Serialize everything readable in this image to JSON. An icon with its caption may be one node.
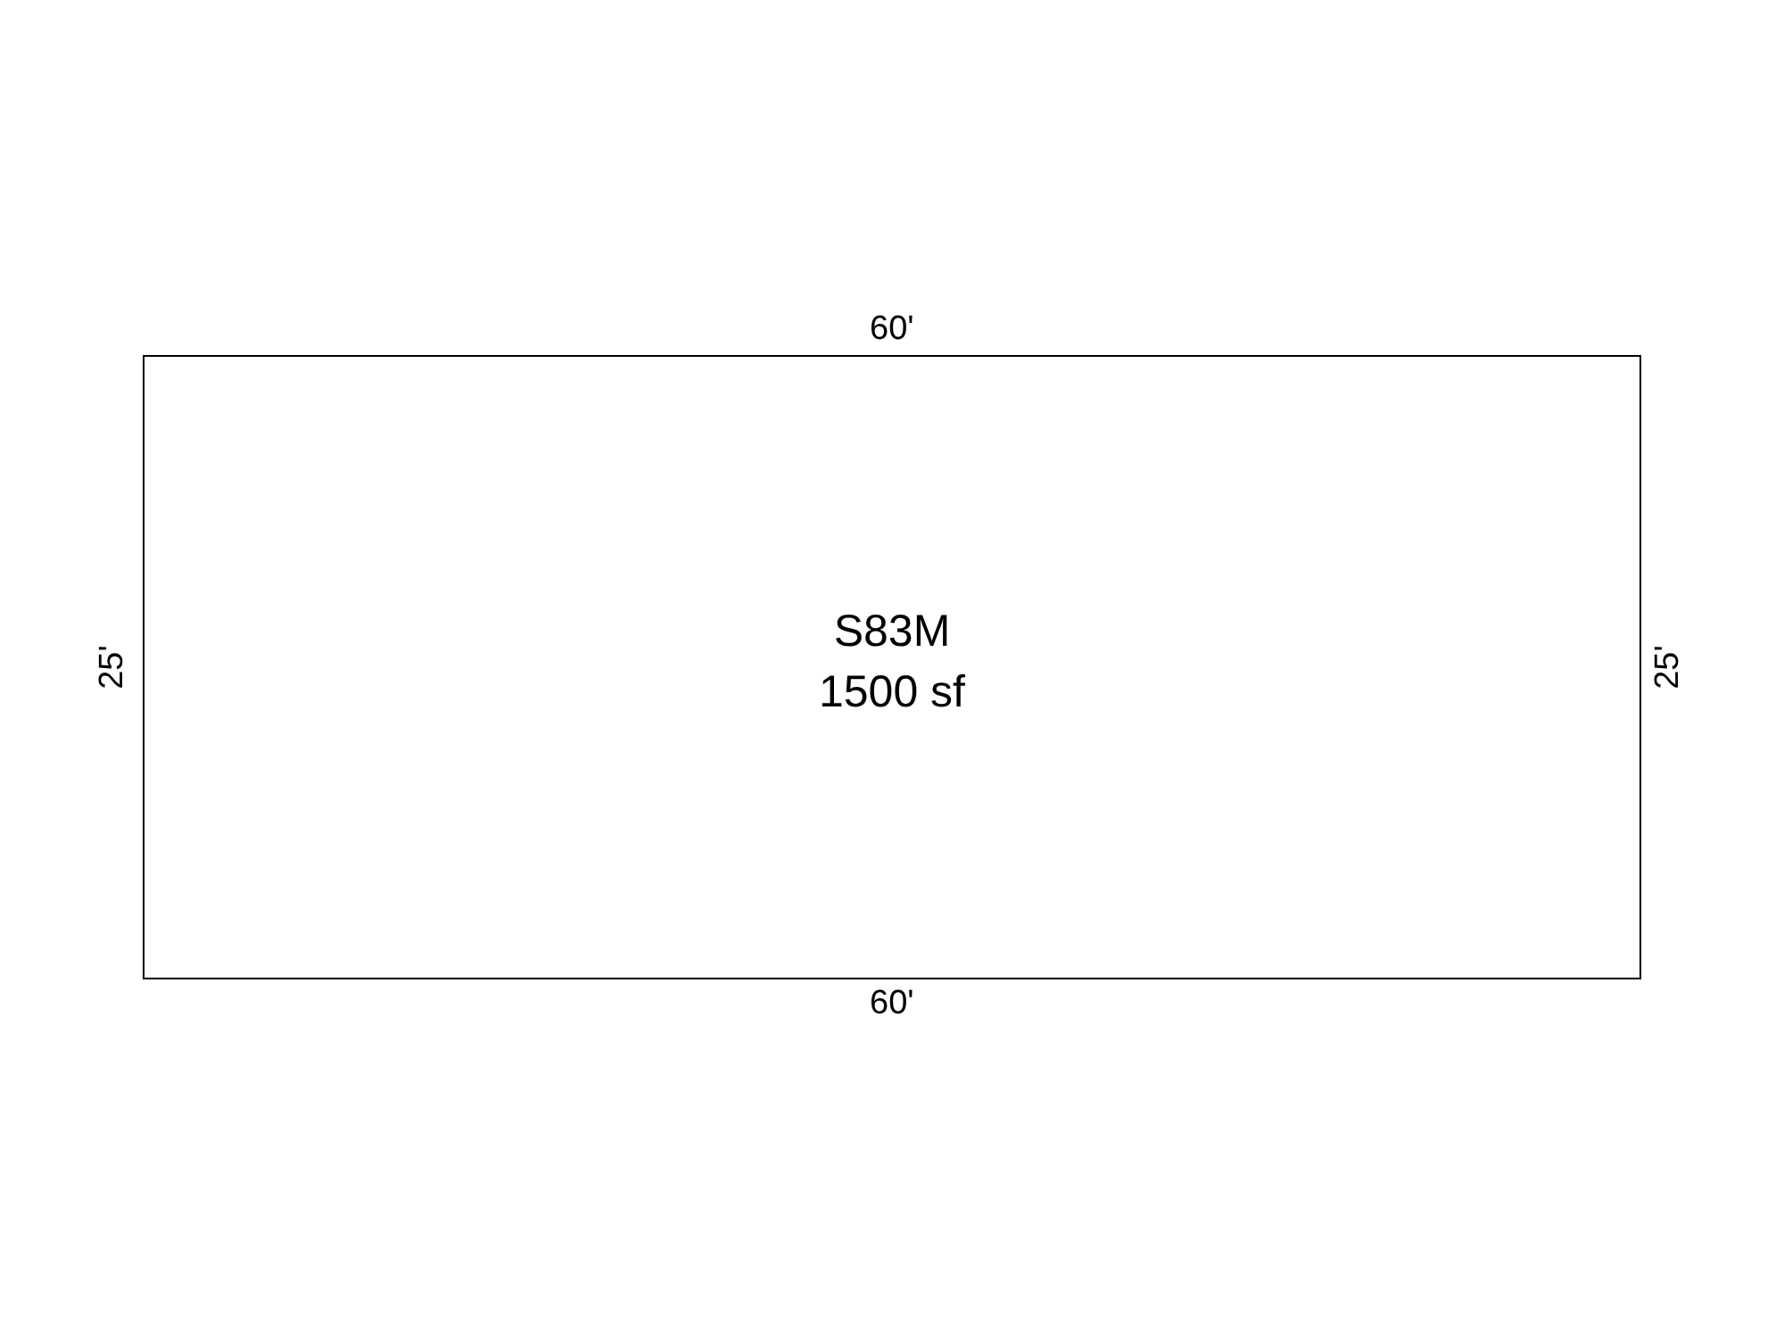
{
  "diagram": {
    "nodes": [
      {
        "text": [
          "S83M",
          "1500 sf"
        ]
      }
    ],
    "labels": [
      "60'",
      "25'",
      "25'",
      "60'"
    ]
  }
}
